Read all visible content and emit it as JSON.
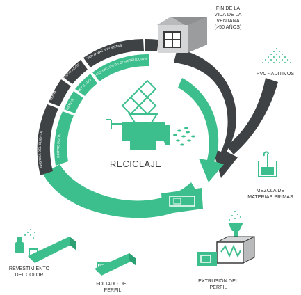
{
  "colors": {
    "green": "#3dbf8d",
    "green_light": "#5fd0a3",
    "dark": "#3f4244",
    "line": "#3a3a3a"
  },
  "center": {
    "title": "RECICLAJE"
  },
  "labels": {
    "window_end": "FIN DE LA\nVIDA DE LA\nVENTANA\n(>50 AÑOS)",
    "pvc": "PVC - ADITIVOS",
    "mix": "MEZCLA DE\nMATERIAS PRIMAS",
    "extrusion": "EXTRUSIÓN DEL\nPERFIL",
    "foil": "FOLIADO DEL\nPERFIL",
    "coating": "REVESTIMIENTO\nDEL COLOR"
  },
  "ring_segments": {
    "outer": [
      {
        "text": "FABRICA DEL CLIENTE",
        "color": "dark"
      },
      {
        "text": "VENTA",
        "color": "dark"
      },
      {
        "text": "INSTALADOR",
        "color": "dark"
      },
      {
        "text": "VENTANAS Y PUERTAS",
        "color": "dark"
      }
    ],
    "inner": [
      {
        "text": "DISTRIBUCIÓN",
        "color": "green"
      },
      {
        "text": "TIENDA",
        "color": "green"
      },
      {
        "text": "INSTALADOR",
        "color": "green"
      },
      {
        "text": "PRODUCTOS DE CONSTRUCCIÓN",
        "color": "green"
      }
    ]
  },
  "icons": [
    "house-icon",
    "pvc-dots-icon",
    "grinder-icon",
    "mixer-icon",
    "extruder-icon",
    "profile-icon",
    "spray-icon"
  ]
}
